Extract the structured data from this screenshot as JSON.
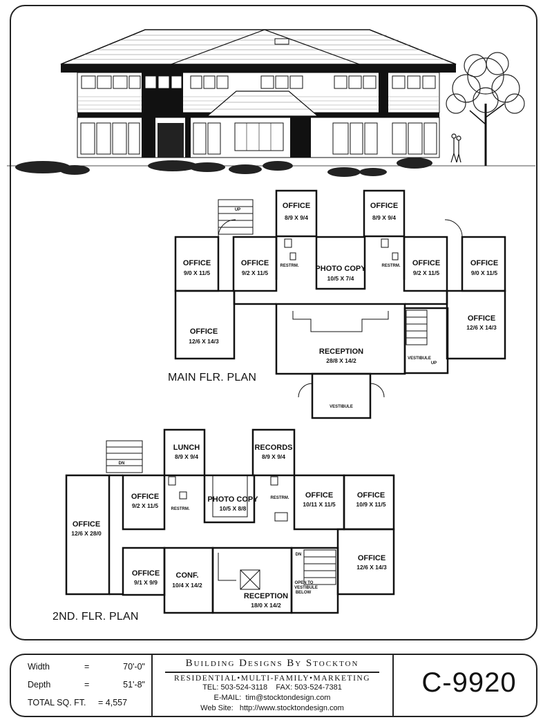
{
  "main_floor": {
    "title": "MAIN FLR. PLAN",
    "rooms": [
      {
        "name": "OFFICE",
        "dims": "8/9 X 9/4"
      },
      {
        "name": "OFFICE",
        "dims": "8/9 X 9/4"
      },
      {
        "name": "OFFICE",
        "dims": "9/0 X 11/5"
      },
      {
        "name": "OFFICE",
        "dims": "9/2 X 11/5"
      },
      {
        "name": "PHOTO COPY",
        "dims": "10/5 X 7/4"
      },
      {
        "name": "OFFICE",
        "dims": "9/2 X 11/5"
      },
      {
        "name": "OFFICE",
        "dims": "9/0 X 11/5"
      },
      {
        "name": "OFFICE",
        "dims": "12/6 X 14/3"
      },
      {
        "name": "RECEPTION",
        "dims": "28/8 X 14/2"
      },
      {
        "name": "OFFICE",
        "dims": "12/6 X 14/3"
      }
    ],
    "small_labels": [
      "RESTRM.",
      "RESTRM.",
      "VESTIBULE",
      "VESTIBULE",
      "UP",
      "UP"
    ]
  },
  "second_floor": {
    "title": "2ND. FLR. PLAN",
    "rooms": [
      {
        "name": "LUNCH",
        "dims": "8/9 X 9/4"
      },
      {
        "name": "RECORDS",
        "dims": "8/9 X 9/4"
      },
      {
        "name": "OFFICE",
        "dims": "9/2 X 11/5"
      },
      {
        "name": "PHOTO COPY",
        "dims": "10/5 X 8/8"
      },
      {
        "name": "OFFICE",
        "dims": "10/11 X 11/5"
      },
      {
        "name": "OFFICE",
        "dims": "10/9 X 11/5"
      },
      {
        "name": "OFFICE",
        "dims": "12/6 X 28/0"
      },
      {
        "name": "OFFICE",
        "dims": "9/1 X 9/9"
      },
      {
        "name": "CONF.",
        "dims": "10/4 X 14/2"
      },
      {
        "name": "RECEPTION",
        "dims": "18/0 X 14/2"
      },
      {
        "name": "OFFICE",
        "dims": "12/6 X 14/3"
      }
    ],
    "small_labels": [
      "RESTRM.",
      "RESTRM.",
      "DN",
      "DN",
      "OPEN TO",
      "VESTIBULE",
      "BELOW"
    ]
  },
  "title_block": {
    "width_label": "Width",
    "width_eq": "=",
    "width_value": "70'-0\"",
    "depth_label": "Depth",
    "depth_eq": "=",
    "depth_value": "51'-8\"",
    "total_label": "TOTAL SQ. FT.",
    "total_value": "= 4,557",
    "firm_name": "Building Designs By Stockton",
    "firm_tagline": "RESIDENTIAL•MULTI-FAMILY•MARKETING",
    "tel": "TEL: 503-524-3118",
    "fax": "FAX: 503-524-7381",
    "email_label": "E-MAIL:",
    "email": "tim@stocktondesign.com",
    "web_label": "Web Site:",
    "web": "http://www.stocktondesign.com",
    "plan_number": "C-9920"
  }
}
